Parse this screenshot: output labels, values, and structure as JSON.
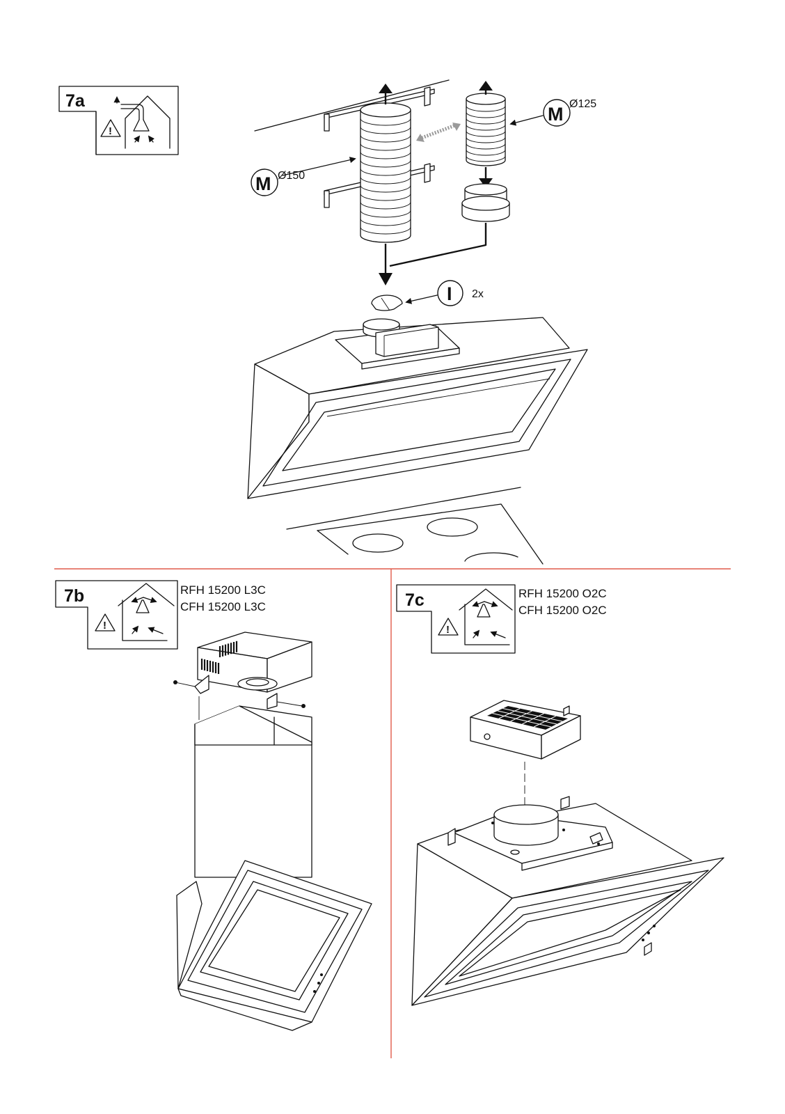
{
  "panels": {
    "a": {
      "label": "7a"
    },
    "b": {
      "label": "7b",
      "models": [
        "RFH 15200 L3C",
        "CFH 15200 L3C"
      ]
    },
    "c": {
      "label": "7c",
      "models": [
        "RFH 15200 O2C",
        "CFH 15200 O2C"
      ]
    }
  },
  "parts": {
    "duct_large": {
      "letter": "M",
      "diameter": "Ø150"
    },
    "duct_small": {
      "letter": "M",
      "diameter": "Ø125"
    },
    "flap": {
      "letter": "I",
      "quantity": "2x"
    }
  },
  "colors": {
    "divider": "#e05a4a",
    "ink": "#111111",
    "arrow_gray": "#9a9a9a"
  },
  "icons": [
    "warning-icon",
    "exhaust-air-icon",
    "recirculation-icon"
  ]
}
